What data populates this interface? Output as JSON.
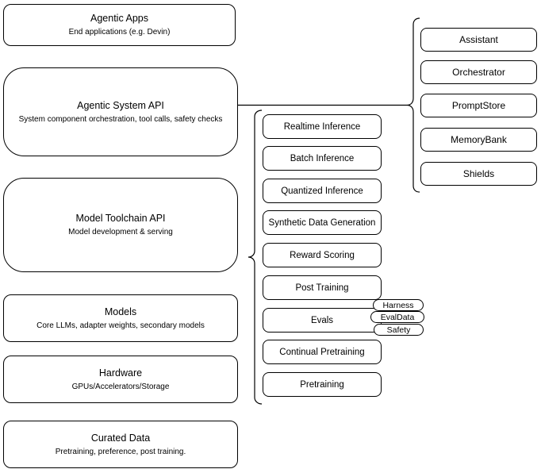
{
  "diagram": {
    "colors": {
      "stroke": "#000000",
      "fill": "#ffffff",
      "background": "#ffffff"
    },
    "layers": [
      {
        "title": "Agentic Apps",
        "subtitle": "End applications (e.g. Devin)"
      },
      {
        "title": "Agentic System API",
        "subtitle": "System component orchestration, tool calls, safety checks"
      },
      {
        "title": "Model Toolchain API",
        "subtitle": "Model development & serving"
      },
      {
        "title": "Models",
        "subtitle": "Core LLMs, adapter weights, secondary models"
      },
      {
        "title": "Hardware",
        "subtitle": "GPUs/Accelerators/Storage"
      },
      {
        "title": "Curated Data",
        "subtitle": "Pretraining, preference, post training."
      }
    ],
    "toolchain_components": [
      "Realtime Inference",
      "Batch Inference",
      "Quantized Inference",
      "Synthetic Data Generation",
      "Reward Scoring",
      "Post Training",
      "Evals",
      "Continual Pretraining",
      "Pretraining"
    ],
    "evals_tags": [
      "Harness",
      "EvalData",
      "Safety"
    ],
    "system_components": [
      "Assistant",
      "Orchestrator",
      "PromptStore",
      "MemoryBank",
      "Shields"
    ]
  }
}
